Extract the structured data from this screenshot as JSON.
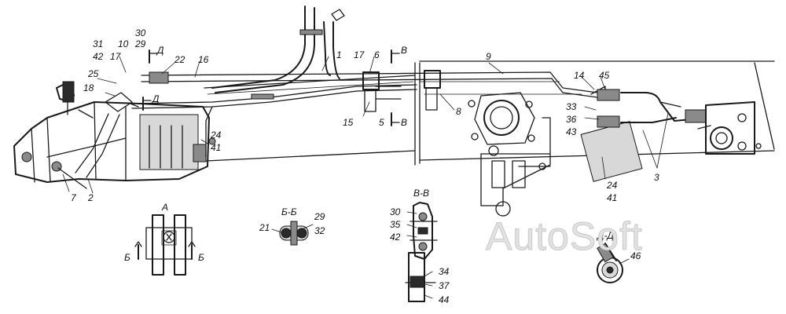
{
  "callouts": {
    "c1": "1",
    "c2": "2",
    "c3": "3",
    "c5": "5",
    "c6": "6",
    "c7": "7",
    "c8": "8",
    "c9": "9",
    "c10": "10",
    "c14": "14",
    "c15": "15",
    "c16": "16",
    "c17a": "17",
    "c17b": "17",
    "c18": "18",
    "c22": "22",
    "c24a": "24",
    "c24b": "24",
    "c25": "25",
    "c29": "29",
    "c30": "30",
    "c31": "31",
    "c33": "33",
    "c36": "36",
    "c41a": "41",
    "c41b": "41",
    "c42": "42",
    "c43": "43",
    "c45": "45"
  },
  "section_marks": {
    "d_top": "Д",
    "d_mid": "Д",
    "b_top": "В",
    "b_bottom": "В"
  },
  "view_a": {
    "title": "А",
    "mark_left": "Б",
    "mark_right": "Б"
  },
  "view_bb": {
    "title": "Б-Б",
    "c21": "21",
    "c29": "29",
    "c32": "32"
  },
  "view_vv": {
    "title": "В-В",
    "c30": "30",
    "c35": "35",
    "c42": "42",
    "c34": "34",
    "c37": "37",
    "c44": "44"
  },
  "view_dd": {
    "title": "Д-Д",
    "c46": "46"
  },
  "watermark": "AutoSoft"
}
